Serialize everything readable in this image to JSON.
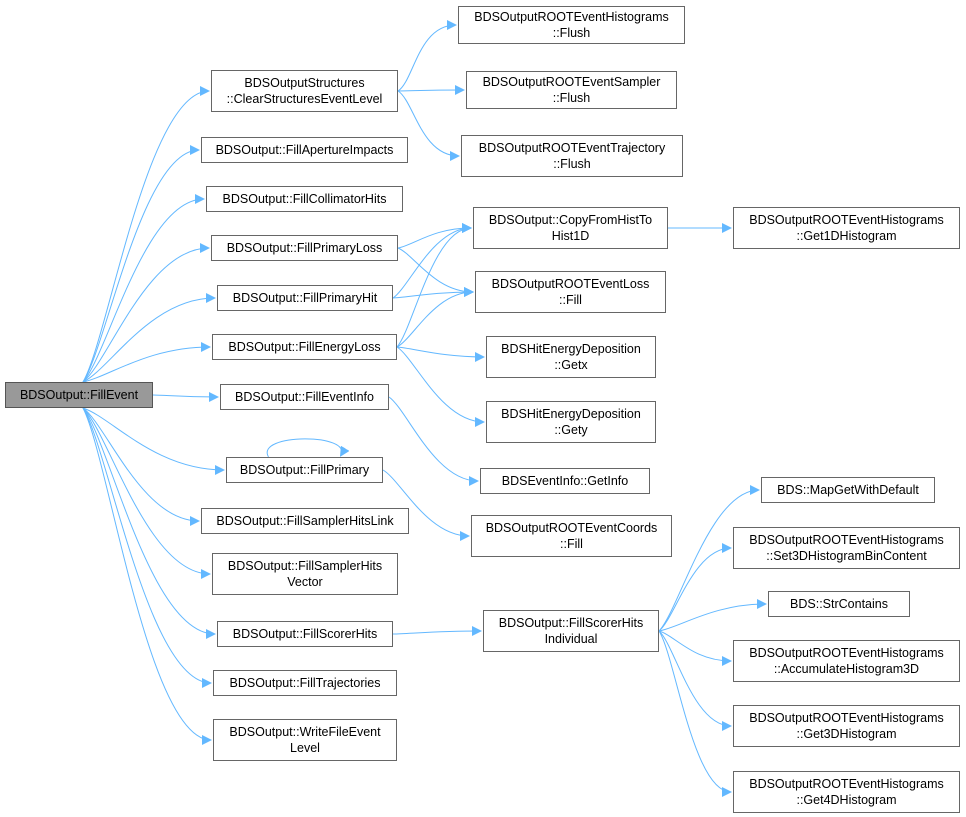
{
  "colors": {
    "edge": "#63b8ff",
    "node_border": "#666666",
    "root_fill": "#999999"
  },
  "nodes": {
    "fill_event": [
      "BDSOutput::FillEvent"
    ],
    "clear_structures": [
      "BDSOutputStructures",
      "::ClearStructuresEventLevel"
    ],
    "fill_aperture": [
      "BDSOutput::FillApertureImpacts"
    ],
    "fill_collimator": [
      "BDSOutput::FillCollimatorHits"
    ],
    "fill_primary_loss": [
      "BDSOutput::FillPrimaryLoss"
    ],
    "fill_primary_hit": [
      "BDSOutput::FillPrimaryHit"
    ],
    "fill_energy_loss": [
      "BDSOutput::FillEnergyLoss"
    ],
    "fill_event_info": [
      "BDSOutput::FillEventInfo"
    ],
    "fill_primary": [
      "BDSOutput::FillPrimary"
    ],
    "fill_sampler_link": [
      "BDSOutput::FillSamplerHitsLink"
    ],
    "fill_sampler_vector": [
      "BDSOutput::FillSamplerHits",
      "Vector"
    ],
    "fill_scorer": [
      "BDSOutput::FillScorerHits"
    ],
    "fill_trajectories": [
      "BDSOutput::FillTrajectories"
    ],
    "write_file_event": [
      "BDSOutput::WriteFileEvent",
      "Level"
    ],
    "hist_flush": [
      "BDSOutputROOTEventHistograms",
      "::Flush"
    ],
    "sampler_flush": [
      "BDSOutputROOTEventSampler",
      "::Flush"
    ],
    "traj_flush": [
      "BDSOutputROOTEventTrajectory",
      "::Flush"
    ],
    "copy_hist": [
      "BDSOutput::CopyFromHistTo",
      "Hist1D"
    ],
    "loss_fill": [
      "BDSOutputROOTEventLoss",
      "::Fill"
    ],
    "getx": [
      "BDSHitEnergyDeposition",
      "::Getx"
    ],
    "gety": [
      "BDSHitEnergyDeposition",
      "::Gety"
    ],
    "get_info": [
      "BDSEventInfo::GetInfo"
    ],
    "coords_fill": [
      "BDSOutputROOTEventCoords",
      "::Fill"
    ],
    "scorer_individual": [
      "BDSOutput::FillScorerHits",
      "Individual"
    ],
    "get1d": [
      "BDSOutputROOTEventHistograms",
      "::Get1DHistogram"
    ],
    "map_get": [
      "BDS::MapGetWithDefault"
    ],
    "set3d": [
      "BDSOutputROOTEventHistograms",
      "::Set3DHistogramBinContent"
    ],
    "str_contains": [
      "BDS::StrContains"
    ],
    "accumulate3d": [
      "BDSOutputROOTEventHistograms",
      "::AccumulateHistogram3D"
    ],
    "get3d": [
      "BDSOutputROOTEventHistograms",
      "::Get3DHistogram"
    ],
    "get4d": [
      "BDSOutputROOTEventHistograms",
      "::Get4DHistogram"
    ]
  },
  "edges": [
    [
      "fill_event",
      "clear_structures"
    ],
    [
      "fill_event",
      "fill_aperture"
    ],
    [
      "fill_event",
      "fill_collimator"
    ],
    [
      "fill_event",
      "fill_primary_loss"
    ],
    [
      "fill_event",
      "fill_primary_hit"
    ],
    [
      "fill_event",
      "fill_energy_loss"
    ],
    [
      "fill_event",
      "fill_event_info"
    ],
    [
      "fill_event",
      "fill_primary"
    ],
    [
      "fill_event",
      "fill_sampler_link"
    ],
    [
      "fill_event",
      "fill_sampler_vector"
    ],
    [
      "fill_event",
      "fill_scorer"
    ],
    [
      "fill_event",
      "fill_trajectories"
    ],
    [
      "fill_event",
      "write_file_event"
    ],
    [
      "clear_structures",
      "hist_flush"
    ],
    [
      "clear_structures",
      "sampler_flush"
    ],
    [
      "clear_structures",
      "traj_flush"
    ],
    [
      "fill_primary_loss",
      "copy_hist"
    ],
    [
      "fill_primary_loss",
      "loss_fill"
    ],
    [
      "fill_primary_hit",
      "copy_hist"
    ],
    [
      "fill_primary_hit",
      "loss_fill"
    ],
    [
      "fill_energy_loss",
      "copy_hist"
    ],
    [
      "fill_energy_loss",
      "loss_fill"
    ],
    [
      "fill_energy_loss",
      "getx"
    ],
    [
      "fill_energy_loss",
      "gety"
    ],
    [
      "fill_event_info",
      "get_info"
    ],
    [
      "fill_primary",
      "fill_primary"
    ],
    [
      "fill_primary",
      "coords_fill"
    ],
    [
      "fill_scorer",
      "scorer_individual"
    ],
    [
      "copy_hist",
      "get1d"
    ],
    [
      "scorer_individual",
      "map_get"
    ],
    [
      "scorer_individual",
      "set3d"
    ],
    [
      "scorer_individual",
      "str_contains"
    ],
    [
      "scorer_individual",
      "accumulate3d"
    ],
    [
      "scorer_individual",
      "get3d"
    ],
    [
      "scorer_individual",
      "get4d"
    ]
  ]
}
